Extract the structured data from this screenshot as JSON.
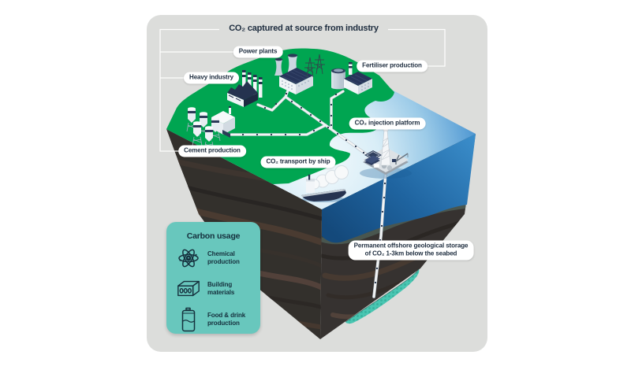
{
  "title": "CO₂ captured at source from industry",
  "labels": {
    "power_plants": "Power plants",
    "heavy_industry": "Heavy industry",
    "fertiliser": "Fertiliser production",
    "cement": "Cement production",
    "injection": "CO₂ injection platform",
    "transport": "CO₂ transport by ship",
    "storage_line1": "Permanent offshore geological storage",
    "storage_line2": "of CO₂ 1-3km below the seabed"
  },
  "legend": {
    "title": "Carbon usage",
    "items": [
      {
        "icon": "atom-icon",
        "label": "Chemical production"
      },
      {
        "icon": "building-blocks-icon",
        "label": "Building materials"
      },
      {
        "icon": "drink-can-icon",
        "label": "Food & drink production"
      }
    ]
  },
  "colors": {
    "panel_bg": "#dcdddb",
    "land_green": "#00a551",
    "sea_deep": "#2b7ec4",
    "sea_shallow": "#eaf6fb",
    "rock_dark": "#34302d",
    "storage_seam_teal": "#49c6b2",
    "legend_teal": "#68c7bd",
    "label_text_navy": "#1d2c3e",
    "building_navy": "#25334f",
    "pipe_white": "#f2f4f5"
  }
}
